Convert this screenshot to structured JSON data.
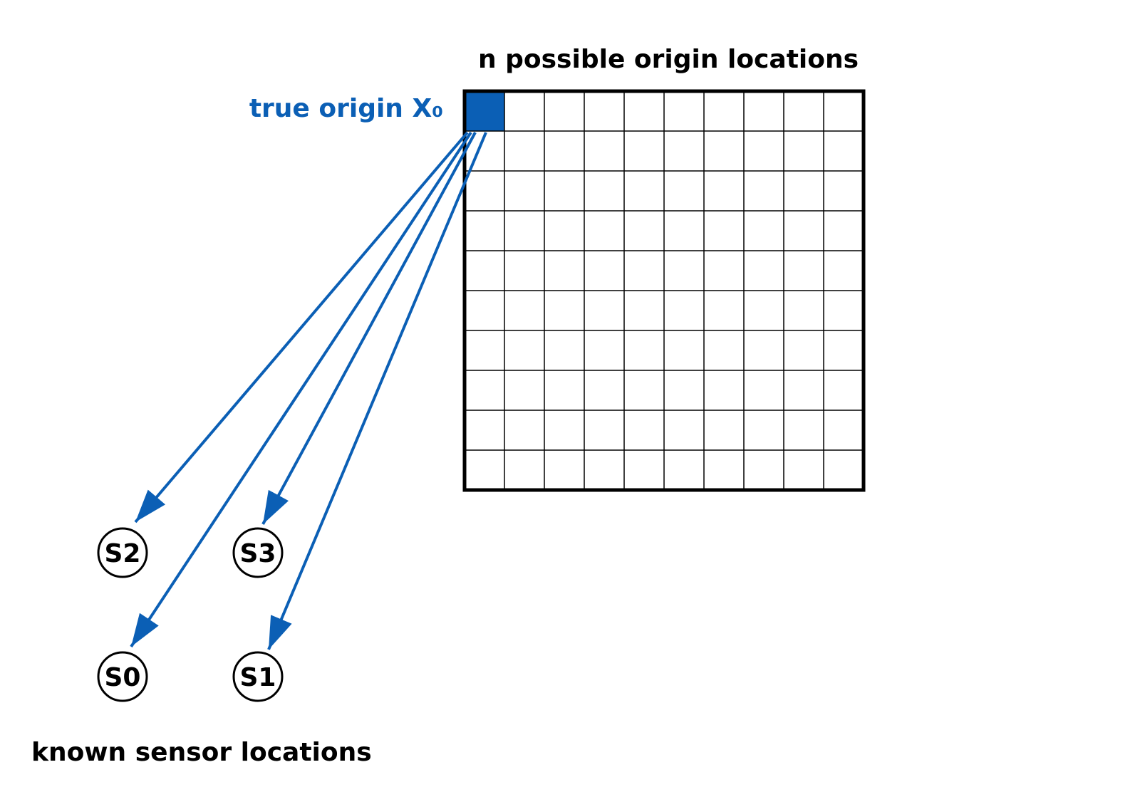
{
  "title": "n possible origin locations",
  "origin_label": "true origin X₀",
  "footer_label": "known sensor locations",
  "grid": {
    "rows": 10,
    "cols": 10,
    "highlighted_cell": [
      0,
      0
    ]
  },
  "sensors": [
    {
      "id": "S0",
      "label": "S0"
    },
    {
      "id": "S1",
      "label": "S1"
    },
    {
      "id": "S2",
      "label": "S2"
    },
    {
      "id": "S3",
      "label": "S3"
    }
  ],
  "colors": {
    "accent": "#0b5fb5",
    "ink": "#000000",
    "background": "#ffffff"
  }
}
